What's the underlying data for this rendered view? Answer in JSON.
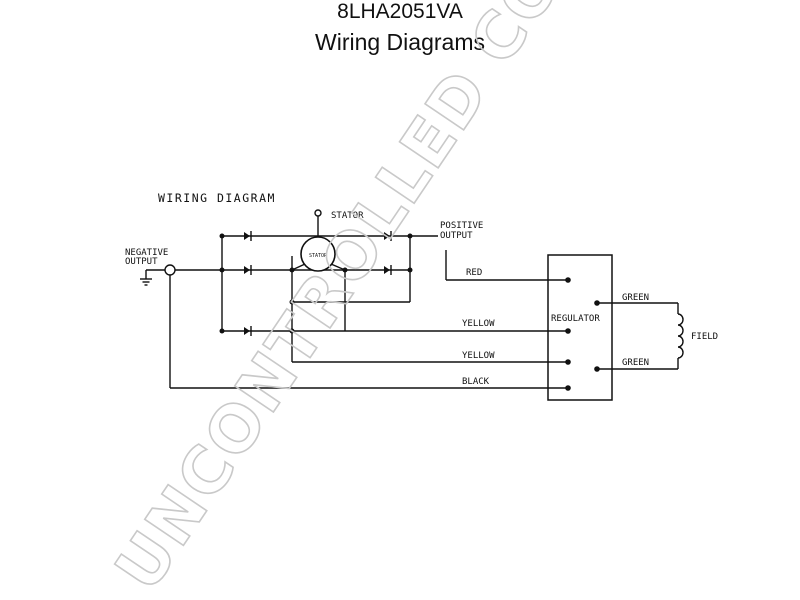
{
  "header": {
    "model": "8LHA2051VA",
    "title": "Wiring Diagrams"
  },
  "diagram": {
    "heading": "WIRING DIAGRAM",
    "labels": {
      "stator": "STATOR",
      "stator_winding": "STATOR",
      "positive_output_1": "POSITIVE",
      "positive_output_2": "OUTPUT",
      "negative_output_1": "NEGATIVE",
      "negative_output_2": "OUTPUT",
      "red": "RED",
      "yellow_1": "YELLOW",
      "yellow_2": "YELLOW",
      "black": "BLACK",
      "regulator": "REGULATOR",
      "green_1": "GREEN",
      "green_2": "GREEN",
      "field": "FIELD"
    }
  },
  "watermark": "UNCONTROLLED COPY"
}
